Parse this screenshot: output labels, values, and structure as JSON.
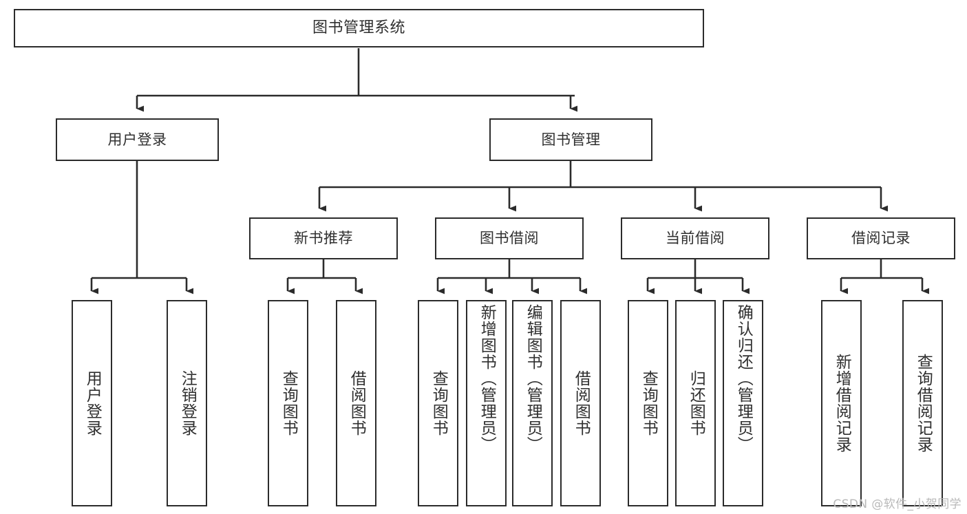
{
  "diagram": {
    "title": "图书管理系统",
    "type": "tree-hierarchy-chart",
    "orientation": "top-down",
    "colors": {
      "box_border": "#2b2b2b",
      "box_fill": "#ffffff",
      "text": "#2f2f2f",
      "connector": "#2b2b2b",
      "watermark": "#b9b9b9",
      "background": "#ffffff"
    }
  },
  "nodes": {
    "root": {
      "label": "图书管理系统"
    },
    "level2": [
      {
        "label": "用户登录"
      },
      {
        "label": "图书管理"
      }
    ],
    "level3": [
      {
        "label": "新书推荐"
      },
      {
        "label": "图书借阅"
      },
      {
        "label": "当前借阅"
      },
      {
        "label": "借阅记录"
      }
    ],
    "leaves": {
      "user_login": [
        {
          "label": "用户登录"
        },
        {
          "label": "注销登录"
        }
      ],
      "new_book_recommend": [
        {
          "label": "查询图书"
        },
        {
          "label": "借阅图书"
        }
      ],
      "book_borrow": [
        {
          "label": "查询图书"
        },
        {
          "label": "新增图书（管理员）"
        },
        {
          "label": "编辑图书（管理员）"
        },
        {
          "label": "借阅图书"
        }
      ],
      "current_borrow": [
        {
          "label": "查询图书"
        },
        {
          "label": "归还图书"
        },
        {
          "label": "确认归还（管理员）"
        }
      ],
      "borrow_record": [
        {
          "label": "新增借阅记录"
        },
        {
          "label": "查询借阅记录"
        }
      ]
    }
  },
  "watermark": {
    "text": "CSDN @软件_小贺同学"
  }
}
